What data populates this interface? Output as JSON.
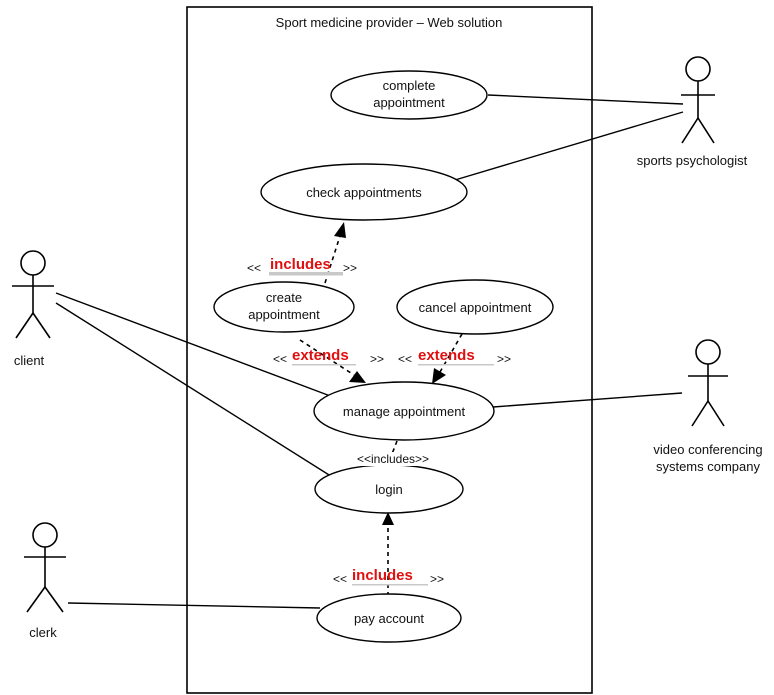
{
  "system": {
    "title": "Sport medicine provider – Web solution"
  },
  "actors": {
    "client": "client",
    "clerk": "clerk",
    "sports_psychologist": "sports psychologist",
    "video_company": [
      "video conferencing",
      "systems company"
    ]
  },
  "use_cases": {
    "complete_appointment": [
      "complete",
      "appointment"
    ],
    "check_appointments": "check appointments",
    "create_appointment": [
      "create",
      "appointment"
    ],
    "cancel_appointment": "cancel appointment",
    "manage_appointment": "manage appointment",
    "login": "login",
    "pay_account": "pay account"
  },
  "relations": {
    "includes_bold": "includes",
    "extends_bold": "extends",
    "open_guillemet": "<<",
    "close_guillemet": ">>",
    "includes_plain": "<<includes>>"
  },
  "colors": {
    "stereotype_highlight": "#e01010",
    "lines": "#000000"
  }
}
